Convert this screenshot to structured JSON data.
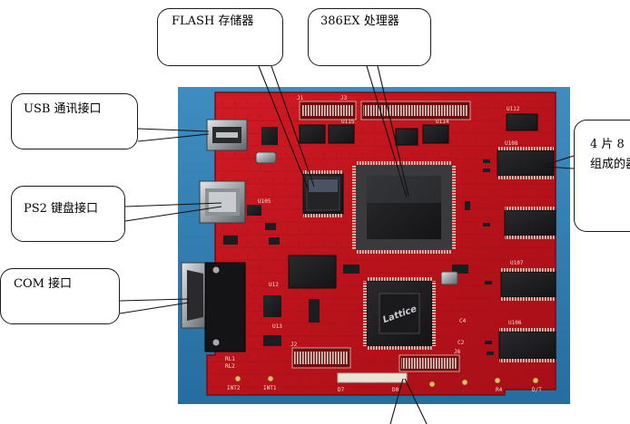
{
  "callouts": {
    "flash": "FLASH 存储器",
    "cpu": "386EX 处理器",
    "usb": "USB 通讯接口",
    "ps2": "PS2 键盘接口",
    "com": "COM 接口",
    "ram": "4 片 8 组成的器"
  },
  "board_labels": {
    "j1": "J1",
    "j2": "J2",
    "j3": "J3",
    "j6": "J6",
    "u112": "U112",
    "u108": "U108",
    "u107": "U107",
    "u106": "U106",
    "u105": "U105",
    "u115": "U115",
    "u114": "U114",
    "u13": "U13",
    "u12": "U12",
    "int2": "INT2",
    "int1": "INT1",
    "d7": "D7",
    "d0": "D0",
    "r4": "R4",
    "dt": "D/T",
    "rl1": "RL1",
    "rl2": "RL2",
    "c2": "C2",
    "c4": "C4",
    "chip_brand": "Lattice"
  },
  "colors": {
    "background": "#2f7fb1",
    "pcb": "#c0141d",
    "pcb_dark": "#8a0c14",
    "chip": "#1c1c1e"
  }
}
